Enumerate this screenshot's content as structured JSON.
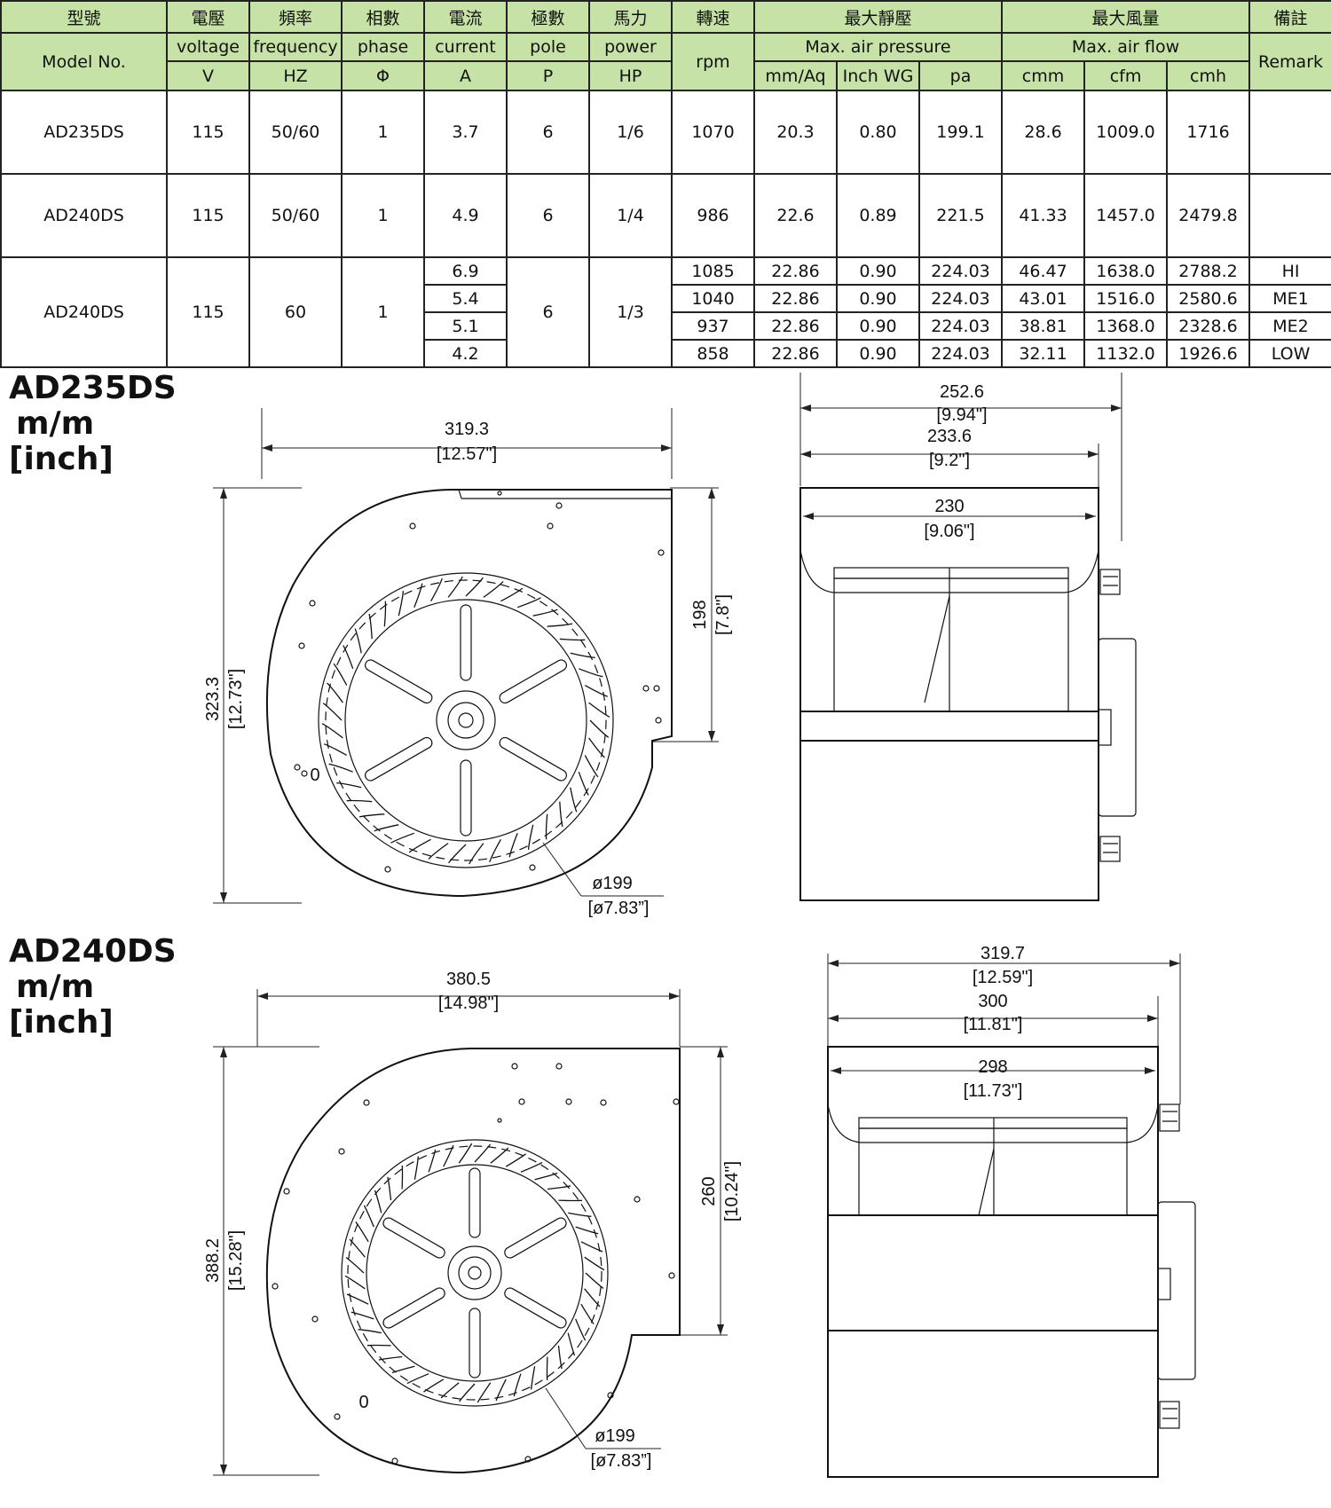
{
  "table": {
    "header_cn": [
      "型號",
      "電壓",
      "頻率",
      "相數",
      "電流",
      "極數",
      "馬力",
      "轉速",
      "最大靜壓",
      "最大風量",
      "備註"
    ],
    "header_en": {
      "model": "Model No.",
      "voltage": "voltage",
      "frequency": "frequency",
      "phase": "phase",
      "current": "current",
      "pole": "pole",
      "power": "power",
      "rpm": "rpm",
      "pressure": "Max. air pressure",
      "airflow": "Max. air flow",
      "remark": "Remark"
    },
    "units": {
      "voltage": "V",
      "frequency": "HZ",
      "phase": "Φ",
      "current": "A",
      "pole": "P",
      "power": "HP",
      "mmaq": "mm/Aq",
      "inchwg": "Inch WG",
      "pa": "pa",
      "cmm": "cmm",
      "cfm": "cfm",
      "cmh": "cmh"
    },
    "rows": [
      {
        "model": "AD235DS",
        "voltage": "115",
        "frequency": "50/60",
        "phase": "1",
        "current": "3.7",
        "pole": "6",
        "hp": "1/6",
        "rpm": "1070",
        "mmaq": "20.3",
        "inchwg": "0.80",
        "pa": "199.1",
        "cmm": "28.6",
        "cfm": "1009.0",
        "cmh": "1716",
        "remark": ""
      },
      {
        "model": "AD240DS",
        "voltage": "115",
        "frequency": "50/60",
        "phase": "1",
        "current": "4.9",
        "pole": "6",
        "hp": "1/4",
        "rpm": "986",
        "mmaq": "22.6",
        "inchwg": "0.89",
        "pa": "221.5",
        "cmm": "41.33",
        "cfm": "1457.0",
        "cmh": "2479.8",
        "remark": ""
      }
    ],
    "multi": {
      "model": "AD240DS",
      "voltage": "115",
      "frequency": "60",
      "phase": "1",
      "pole": "6",
      "hp": "1/3",
      "sub": [
        {
          "current": "6.9",
          "rpm": "1085",
          "mmaq": "22.86",
          "inchwg": "0.90",
          "pa": "224.03",
          "cmm": "46.47",
          "cfm": "1638.0",
          "cmh": "2788.2",
          "remark": "HI"
        },
        {
          "current": "5.4",
          "rpm": "1040",
          "mmaq": "22.86",
          "inchwg": "0.90",
          "pa": "224.03",
          "cmm": "43.01",
          "cfm": "1516.0",
          "cmh": "2580.6",
          "remark": "ME1"
        },
        {
          "current": "5.1",
          "rpm": "937",
          "mmaq": "22.86",
          "inchwg": "0.90",
          "pa": "224.03",
          "cmm": "38.81",
          "cfm": "1368.0",
          "cmh": "2328.6",
          "remark": "ME2"
        },
        {
          "current": "4.2",
          "rpm": "858",
          "mmaq": "22.86",
          "inchwg": "0.90",
          "pa": "224.03",
          "cmm": "32.11",
          "cfm": "1132.0",
          "cmh": "1926.6",
          "remark": "LOW"
        }
      ]
    }
  },
  "drawings": [
    {
      "title": "AD235DS",
      "unit_mm": "m/m",
      "unit_inch": "[inch]",
      "width_mm": "319.3",
      "width_in": "[12.57\"]",
      "height_mm": "323.3",
      "height_in": "[12.73\"]",
      "outlet_mm": "198",
      "outlet_in": "[7.8\"]",
      "wheel_mm": "ø199",
      "wheel_in": "[ø7.83”]",
      "side_overall_mm": "252.6",
      "side_overall_in": "[9.94\"]",
      "side_body_mm": "233.6",
      "side_body_in": "[9.2\"]",
      "side_inner_mm": "230",
      "side_inner_in": "[9.06\"]",
      "stray_mark": "0"
    },
    {
      "title": "AD240DS",
      "unit_mm": "m/m",
      "unit_inch": "[inch]",
      "width_mm": "380.5",
      "width_in": "[14.98\"]",
      "height_mm": "388.2",
      "height_in": "[15.28\"]",
      "outlet_mm": "260",
      "outlet_in": "[10.24\"]",
      "wheel_mm": "ø199",
      "wheel_in": "[ø7.83”]",
      "side_overall_mm": "319.7",
      "side_overall_in": "[12.59\"]",
      "side_body_mm": "300",
      "side_body_in": "[11.81\"]",
      "side_inner_mm": "298",
      "side_inner_in": "[11.73\"]",
      "stray_mark": "0"
    }
  ]
}
